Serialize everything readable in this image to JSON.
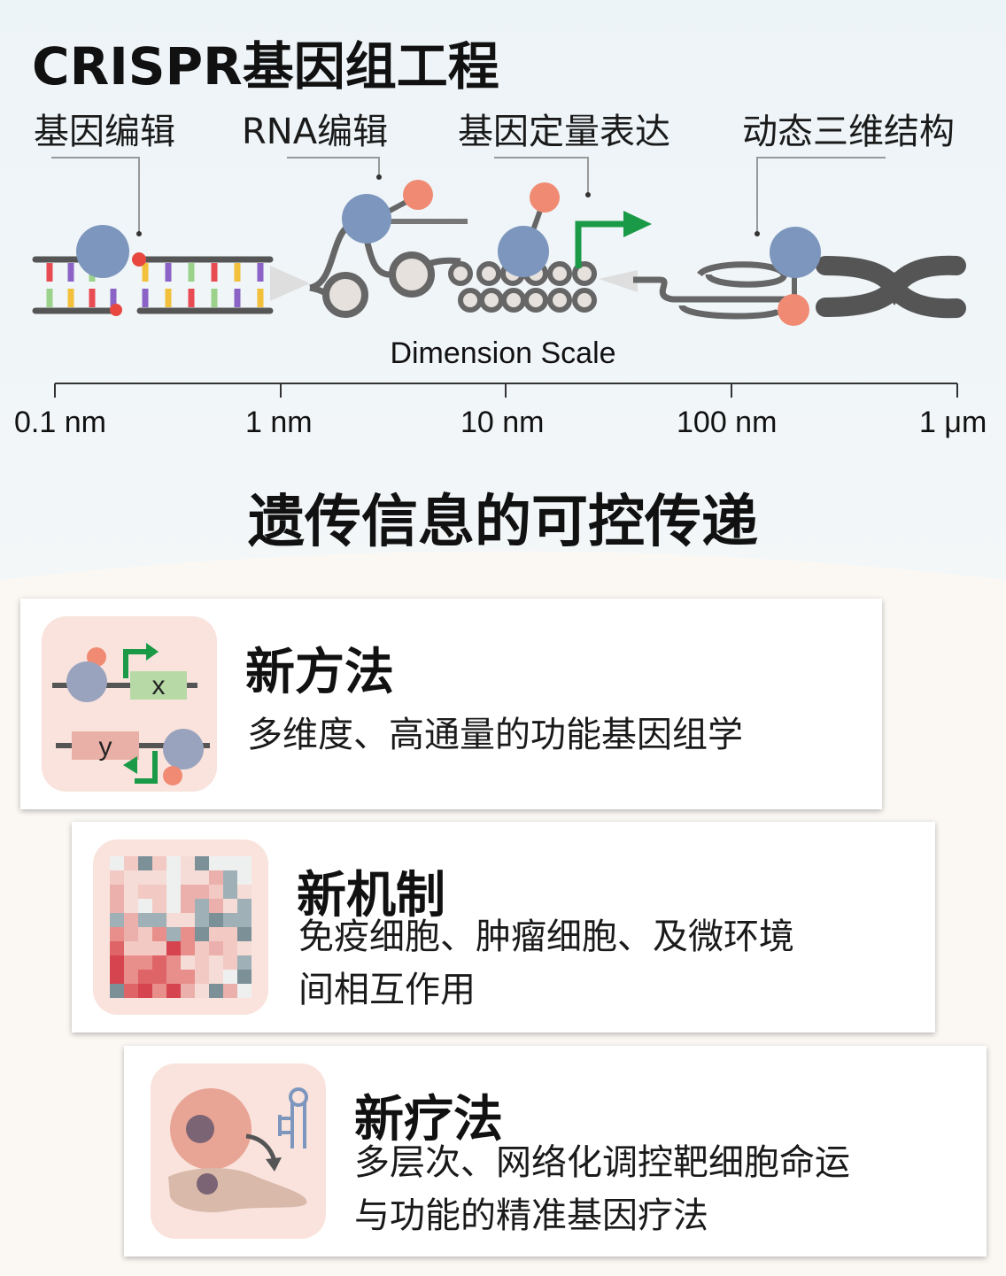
{
  "header": {
    "title": "CRISPR基因组工程"
  },
  "levels": [
    {
      "label": "基因编辑"
    },
    {
      "label": "RNA编辑"
    },
    {
      "label": "基因定量表达"
    },
    {
      "label": "动态三维结构"
    }
  ],
  "scale": {
    "title": "Dimension Scale",
    "ticks": [
      "0.1 nm",
      "1 nm",
      "10 nm",
      "100 nm",
      "1 μm"
    ]
  },
  "subtitle": "遗传信息的可控传递",
  "cards": [
    {
      "title": "新方法",
      "lines": [
        "多维度、高通量的功能基因组学"
      ],
      "icon": "gene-regulation-icon",
      "labels": [
        "x",
        "y"
      ]
    },
    {
      "title": "新机制",
      "lines": [
        "免疫细胞、肿瘤细胞、及微环境",
        "间相互作用"
      ],
      "icon": "heatmap-icon"
    },
    {
      "title": "新疗法",
      "lines": [
        "多层次、网络化调控靶细胞命运",
        "与功能的精准基因疗法"
      ],
      "icon": "cell-therapy-icon"
    }
  ],
  "colors": {
    "protein": "#7d96bd",
    "effector": "#f08a72",
    "promoter_arrow": "#1a9a47",
    "dna": "#555555",
    "tile_bg": "#f9e3dc"
  }
}
